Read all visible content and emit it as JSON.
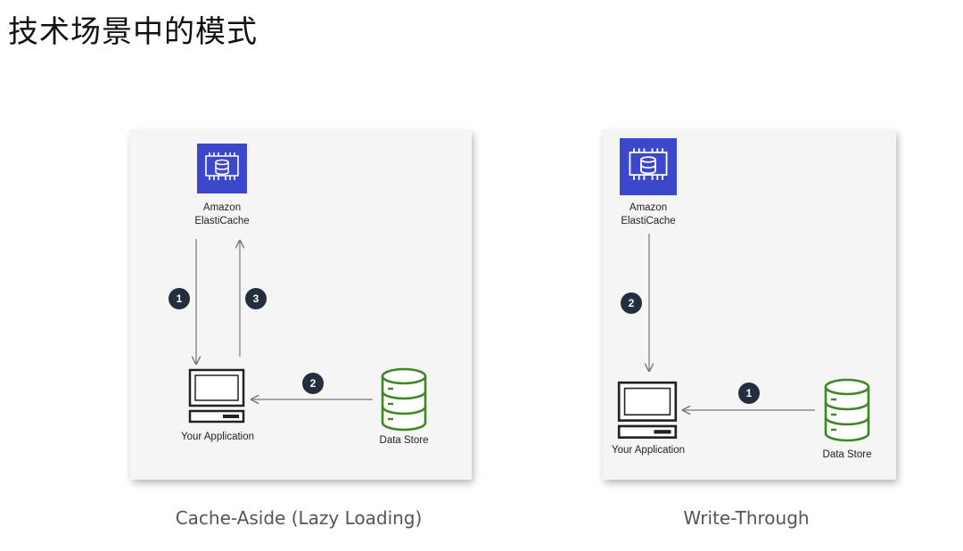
{
  "title": "技术场景中的模式",
  "diagrams": [
    {
      "caption": "Cache-Aside (Lazy Loading)",
      "nodes": {
        "cache": "Amazon\nElastiCache",
        "app": "Your Application",
        "store": "Data Store"
      },
      "steps": [
        "1",
        "2",
        "3"
      ]
    },
    {
      "caption": "Write-Through",
      "nodes": {
        "cache": "Amazon\nElastiCache",
        "app": "Your Application",
        "store": "Data Store"
      },
      "steps": [
        "1",
        "2"
      ]
    }
  ],
  "colors": {
    "cache_icon_bg": "#3b48cc",
    "data_store_green": "#3f8624",
    "step_badge": "#232f3e",
    "arrow": "#777777"
  }
}
